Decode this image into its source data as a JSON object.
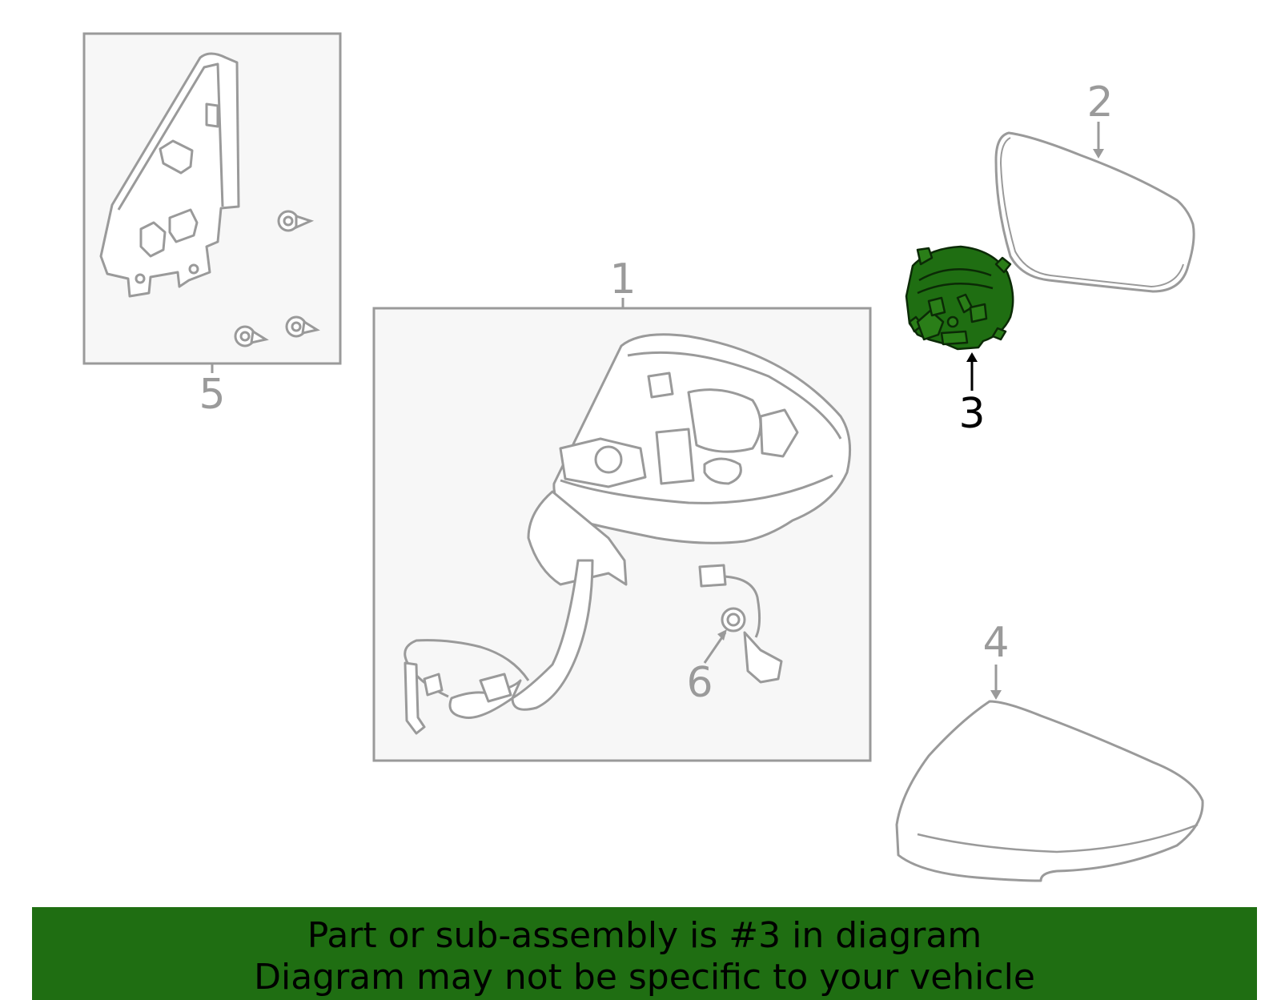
{
  "callouts": {
    "c1": "1",
    "c2": "2",
    "c3": "3",
    "c4": "4",
    "c5": "5",
    "c6": "6"
  },
  "highlighted_part": "3",
  "colors": {
    "line": "#9a9a9a",
    "panel_fill": "#f7f7f7",
    "highlight": "#1f6e12",
    "banner_bg": "#1f6e12"
  },
  "banner": {
    "line1": "Part or sub-assembly is #3 in diagram",
    "line2": "Diagram may not be specific to your vehicle"
  }
}
